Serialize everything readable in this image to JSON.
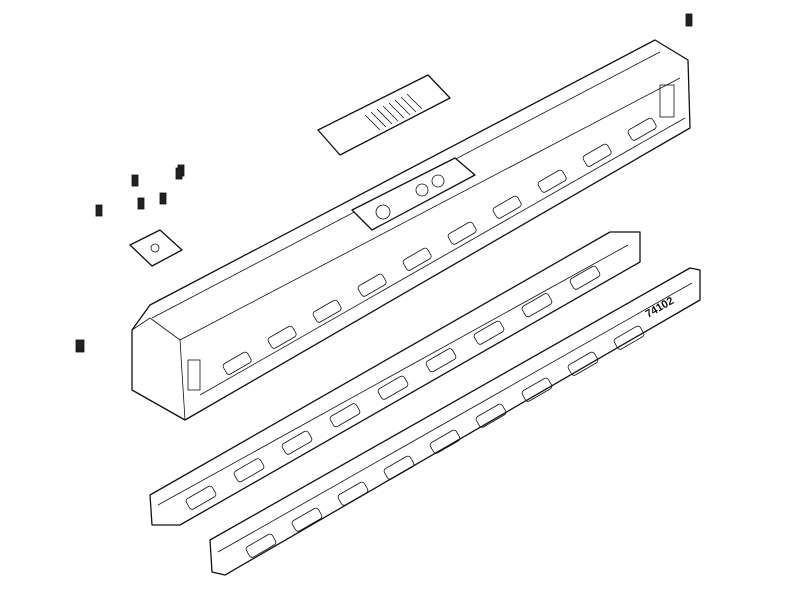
{
  "diagram": {
    "parts": [
      "car-body",
      "roof-hatch",
      "roof-vent-panel",
      "side-panel-left",
      "side-panel-right",
      "coupler-left",
      "coupler-right",
      "pins",
      "circuit-board"
    ],
    "side_panel_number": "74102",
    "line_color": "#111111",
    "background": "#ffffff"
  }
}
